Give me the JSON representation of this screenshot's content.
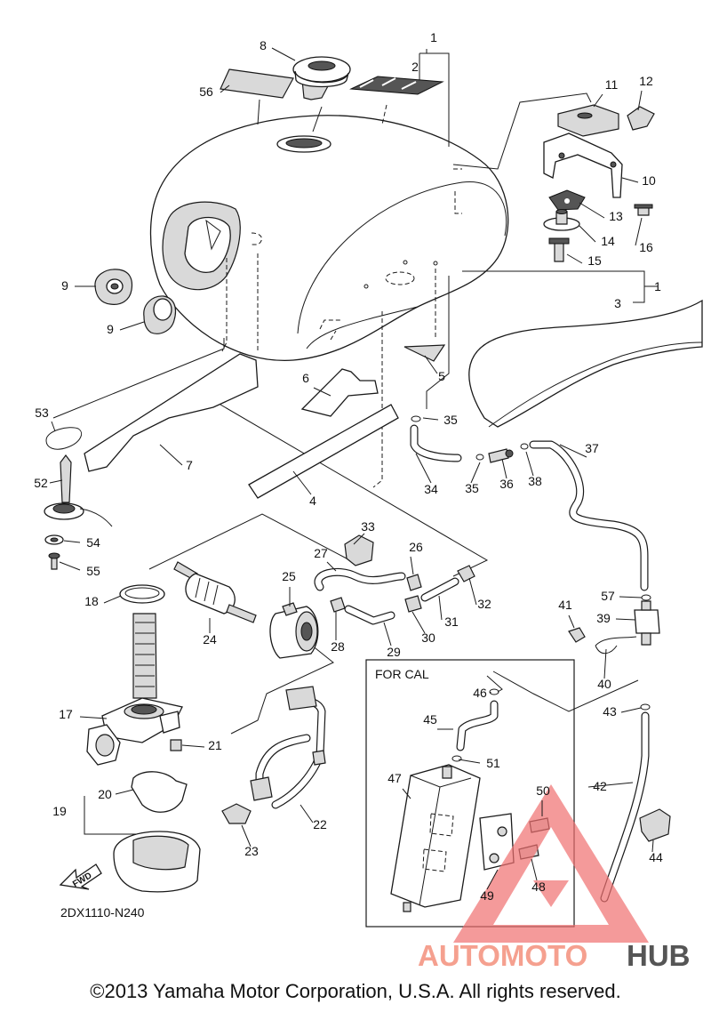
{
  "diagram_code": "2DX1110-N240",
  "fwd_label": "FWD",
  "cal_box_label": "FOR CAL",
  "watermark": {
    "text_a": "AUTOMOTO",
    "text_b": "HUB",
    "color_a": "#f5a08f",
    "color_b": "#555555",
    "logo_color": "#ef6f6f"
  },
  "copyright": "©2013 Yamaha Motor Corporation, U.S.A. All rights reserved.",
  "callouts": {
    "c1a": "1",
    "c1b": "1",
    "c2": "2",
    "c3": "3",
    "c4": "4",
    "c5": "5",
    "c6": "6",
    "c7": "7",
    "c8": "8",
    "c9a": "9",
    "c9b": "9",
    "c10": "10",
    "c11": "11",
    "c12": "12",
    "c13": "13",
    "c14": "14",
    "c15": "15",
    "c16": "16",
    "c17": "17",
    "c18": "18",
    "c19": "19",
    "c20": "20",
    "c21": "21",
    "c22": "22",
    "c23": "23",
    "c24": "24",
    "c25": "25",
    "c26": "26",
    "c27": "27",
    "c28": "28",
    "c29": "29",
    "c30": "30",
    "c31": "31",
    "c32": "32",
    "c33": "33",
    "c34": "34",
    "c35a": "35",
    "c35b": "35",
    "c36": "36",
    "c37": "37",
    "c38": "38",
    "c39": "39",
    "c40": "40",
    "c41": "41",
    "c42": "42",
    "c43": "43",
    "c44": "44",
    "c45": "45",
    "c46": "46",
    "c47": "47",
    "c48": "48",
    "c49": "49",
    "c50": "50",
    "c51": "51",
    "c52": "52",
    "c53": "53",
    "c54": "54",
    "c55": "55",
    "c56": "56",
    "c57": "57"
  }
}
